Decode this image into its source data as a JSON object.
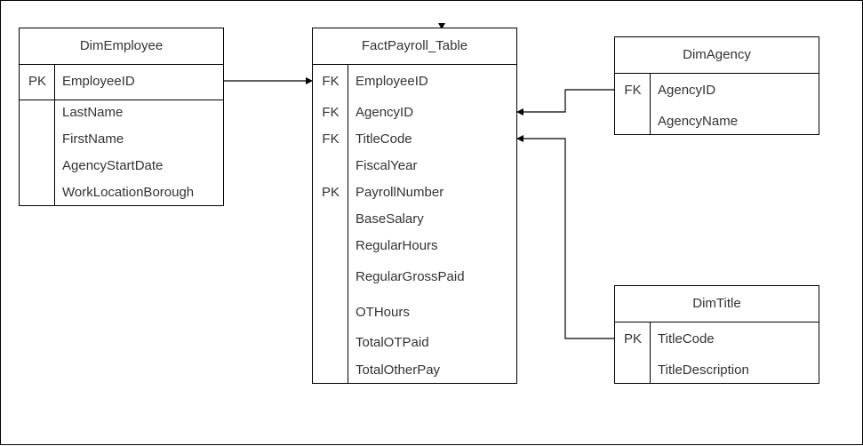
{
  "tables": {
    "dim_employee": {
      "title": "DimEmployee",
      "rows": [
        {
          "key": "PK",
          "field": "EmployeeID"
        },
        {
          "key": "",
          "field": "LastName"
        },
        {
          "key": "",
          "field": "FirstName"
        },
        {
          "key": "",
          "field": "AgencyStartDate"
        },
        {
          "key": "",
          "field": "WorkLocationBorough"
        }
      ]
    },
    "fact_payroll": {
      "title": "FactPayroll_Table",
      "rows": [
        {
          "key": "FK",
          "field": "EmployeeID"
        },
        {
          "key": "FK",
          "field": "AgencyID"
        },
        {
          "key": "FK",
          "field": "TitleCode"
        },
        {
          "key": "",
          "field": "FiscalYear"
        },
        {
          "key": "PK",
          "field": "PayrollNumber"
        },
        {
          "key": "",
          "field": "BaseSalary"
        },
        {
          "key": "",
          "field": "RegularHours"
        },
        {
          "key": "",
          "field": "RegularGrossPaid"
        },
        {
          "key": "",
          "field": "OTHours"
        },
        {
          "key": "",
          "field": "TotalOTPaid"
        },
        {
          "key": "",
          "field": "TotalOtherPay"
        }
      ]
    },
    "dim_agency": {
      "title": "DimAgency",
      "rows": [
        {
          "key": "FK",
          "field": "AgencyID"
        },
        {
          "key": "",
          "field": "AgencyName"
        }
      ]
    },
    "dim_title": {
      "title": "DimTitle",
      "rows": [
        {
          "key": "PK",
          "field": "TitleCode"
        },
        {
          "key": "",
          "field": "TitleDescription"
        }
      ]
    }
  },
  "colors": {
    "border": "#000000",
    "text": "#333333",
    "background": "#ffffff"
  }
}
